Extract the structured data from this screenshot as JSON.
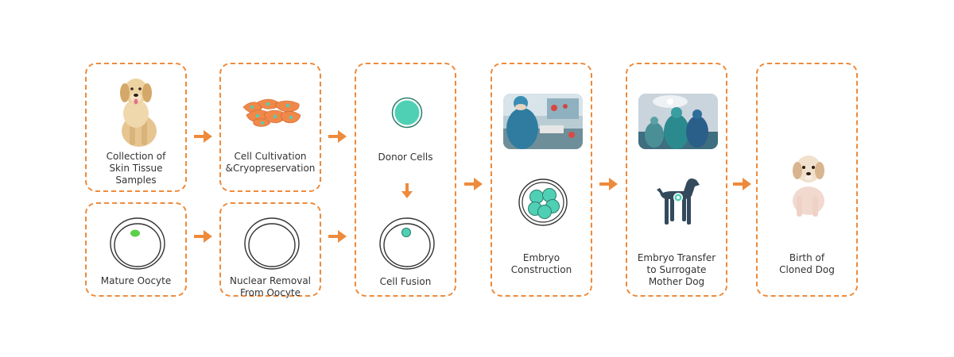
{
  "colors": {
    "accent": "#ee8a3b",
    "cell": "#4fd0b4",
    "text": "#333333"
  },
  "steps": {
    "collection": {
      "label": "Collection of\nSkin Tissue\nSamples",
      "icon": "golden-retriever-photo"
    },
    "cultivation": {
      "label": "Cell Cultivation\n&Cryopreservation",
      "icon": "cultured-cells-icon"
    },
    "donor": {
      "label": "Donor Cells",
      "icon": "donor-cell-icon"
    },
    "mature_oocyte": {
      "label": "Mature Oocyte",
      "icon": "oocyte-icon"
    },
    "nuclear_removal": {
      "label": "Nuclear Removal\nFrom Oocyte",
      "icon": "enucleated-oocyte-icon"
    },
    "fusion": {
      "label": "Cell Fusion",
      "icon": "fused-cell-icon"
    },
    "embryo_construction": {
      "label": "Embryo\nConstruction",
      "icon": "embryo-icon"
    },
    "embryo_transfer": {
      "label": "Embryo Transfer\nto Surrogate\nMother Dog",
      "icon": "pregnant-dog-icon"
    },
    "birth": {
      "label": "Birth of\nCloned Dog",
      "icon": "puppy-photo"
    }
  }
}
